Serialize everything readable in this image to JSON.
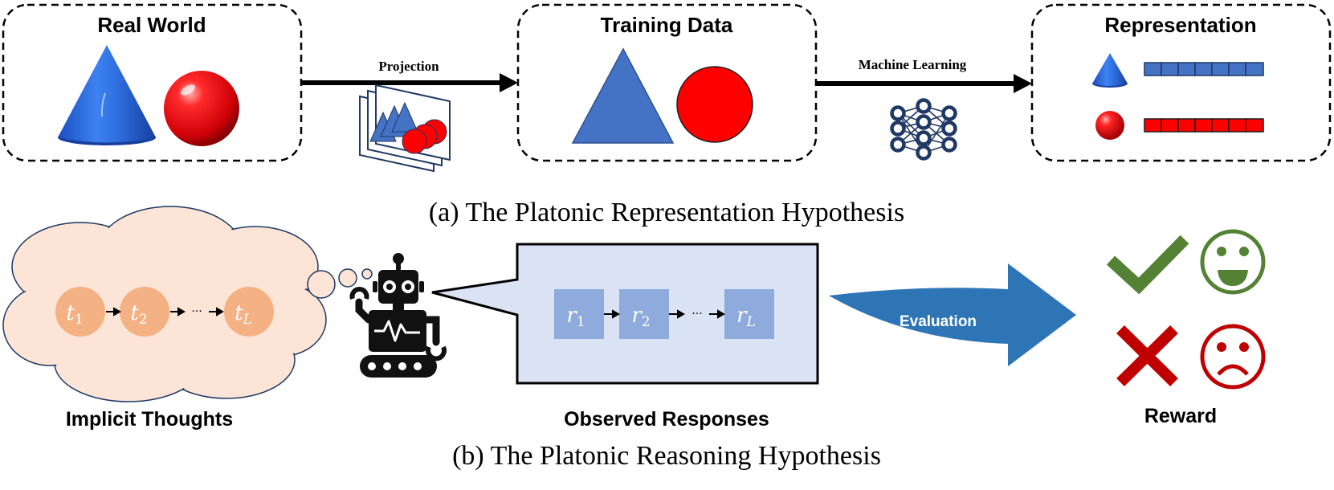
{
  "panel_a": {
    "boxes": [
      {
        "title": "Real World"
      },
      {
        "title": "Training Data"
      },
      {
        "title": "Representation"
      }
    ],
    "arrows": [
      {
        "label": "Projection"
      },
      {
        "label": "Machine Learning"
      }
    ],
    "caption": "(a) The Platonic Representation Hypothesis"
  },
  "panel_b": {
    "thought_nodes": [
      {
        "base": "t",
        "sub": "1"
      },
      {
        "base": "t",
        "sub": "2"
      },
      {
        "ellipsis": "···"
      },
      {
        "base": "t",
        "sub": "L"
      }
    ],
    "response_nodes": [
      {
        "base": "r",
        "sub": "1"
      },
      {
        "base": "r",
        "sub": "2"
      },
      {
        "ellipsis": "···"
      },
      {
        "base": "r",
        "sub": "L"
      }
    ],
    "labels": {
      "implicit_thoughts": "Implicit Thoughts",
      "observed_responses": "Observed Responses",
      "evaluation": "Evaluation",
      "reward": "Reward"
    },
    "caption": "(b) The Platonic Reasoning Hypothesis"
  },
  "colors": {
    "cone_blue": "#2f6fe0",
    "triangle_blue": "#4472c4",
    "sphere_red": "#e8141a",
    "circle_red": "#ff0000",
    "network_navy": "#1f3864",
    "thought_cloud": "#fce4d6",
    "thought_node": "#f4b183",
    "response_box": "#dae3f3",
    "response_node": "#8faadc",
    "eval_arrow": "#2e75b6",
    "check_green": "#548235",
    "cross_red": "#c00000"
  }
}
